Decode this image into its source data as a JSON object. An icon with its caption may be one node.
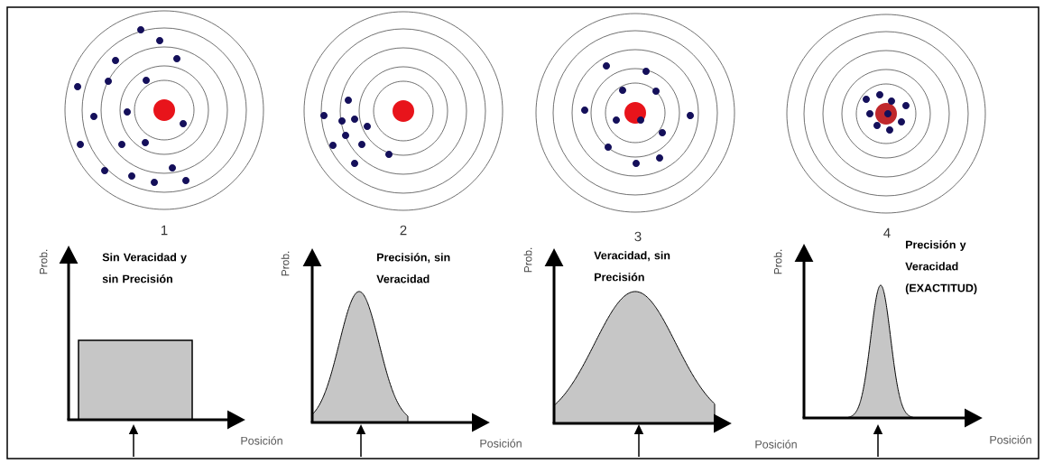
{
  "diagram": {
    "labels": [
      "1",
      "Sin Veracidad y sin Precisión",
      "Prob.",
      "Posición",
      "2",
      "Precisión, sin Veracidad",
      "Prob.",
      "Posición",
      "3",
      "Veracidad, sin Precisión",
      "Prob.",
      "Posición",
      "4",
      "Precisión y Veracidad (EXACTITUD)",
      "Prob.",
      "Posición"
    ]
  }
}
